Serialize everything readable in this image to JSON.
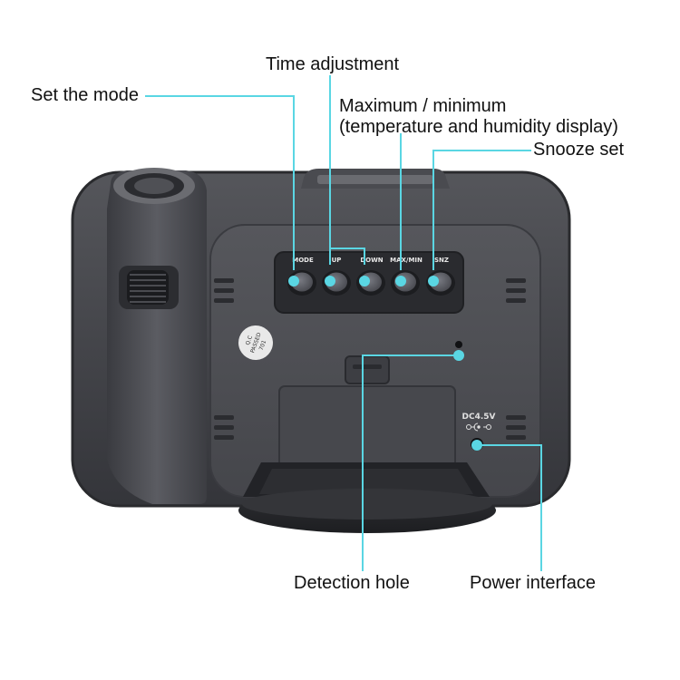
{
  "callouts": {
    "set_mode": "Set the mode",
    "time_adjustment": "Time adjustment",
    "maxmin_line1": "Maximum / minimum",
    "maxmin_line2": "(temperature and humidity display)",
    "snooze": "Snooze set",
    "detection_hole": "Detection hole",
    "power_interface": "Power interface"
  },
  "device": {
    "buttons": [
      "MODE",
      "UP",
      "DOWN",
      "MAX/MIN",
      "SNZ"
    ],
    "power_label": "DC4.5V",
    "qc_sticker_line1": "Q.C",
    "qc_sticker_line2": "PASSED",
    "qc_sticker_line3": "701"
  },
  "colors": {
    "callout_line": "#5ad6e3",
    "body": "#3f4044",
    "body_dark": "#2a2b2e",
    "panel": "#4b4c51",
    "button": "#5a5c63",
    "text_dark": "#111111"
  }
}
